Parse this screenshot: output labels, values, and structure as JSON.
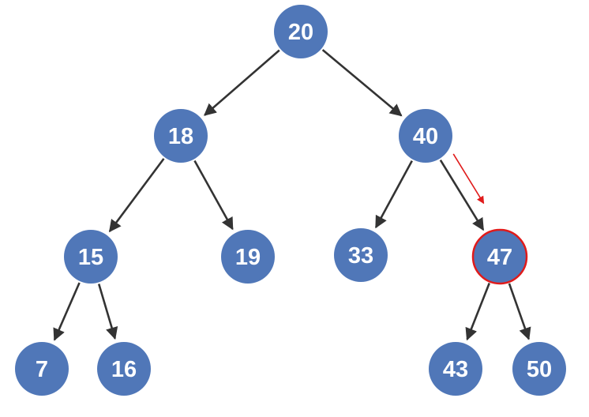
{
  "tree": {
    "nodes": [
      {
        "id": "n20",
        "label": "20",
        "highlight": false
      },
      {
        "id": "n18",
        "label": "18",
        "highlight": false
      },
      {
        "id": "n40",
        "label": "40",
        "highlight": false
      },
      {
        "id": "n15",
        "label": "15",
        "highlight": false
      },
      {
        "id": "n19",
        "label": "19",
        "highlight": false
      },
      {
        "id": "n33",
        "label": "33",
        "highlight": false
      },
      {
        "id": "n47",
        "label": "47",
        "highlight": true
      },
      {
        "id": "n7",
        "label": "7",
        "highlight": false
      },
      {
        "id": "n16",
        "label": "16",
        "highlight": false
      },
      {
        "id": "n43",
        "label": "43",
        "highlight": false
      },
      {
        "id": "n50",
        "label": "50",
        "highlight": false
      }
    ],
    "edges": [
      [
        "n20",
        "n18"
      ],
      [
        "n20",
        "n40"
      ],
      [
        "n18",
        "n15"
      ],
      [
        "n18",
        "n19"
      ],
      [
        "n40",
        "n33"
      ],
      [
        "n40",
        "n47"
      ],
      [
        "n15",
        "n7"
      ],
      [
        "n15",
        "n16"
      ],
      [
        "n47",
        "n43"
      ],
      [
        "n47",
        "n50"
      ]
    ],
    "highlight_edge": [
      "n40",
      "n47"
    ],
    "colors": {
      "node": "#5077b8",
      "text": "#ffffff",
      "edge": "#333333",
      "highlight": "#e01b1b"
    }
  }
}
